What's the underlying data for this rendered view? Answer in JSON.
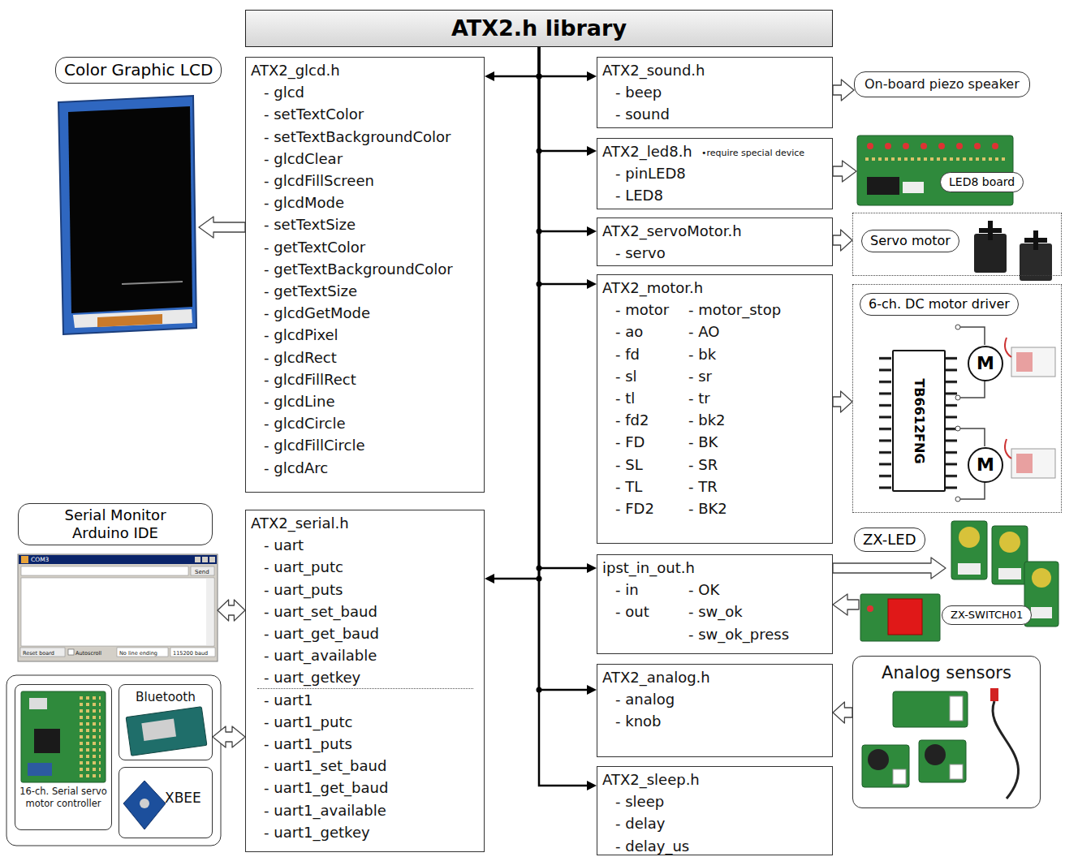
{
  "diagram": {
    "nodes": [
      {
        "text": [
          "ATX2.h library"
        ]
      },
      {
        "text": [
          "ATX2_glcd.h",
          "- glcd",
          "- setTextColor",
          "- setTextBackgroundColor",
          "- glcdClear",
          "- glcdFillScreen",
          "- glcdMode",
          "- setTextSize",
          "- getTextColor",
          "- getTextBackgroundColor",
          "- getTextSize",
          "- glcdGetMode",
          "- glcdPixel",
          "- glcdRect",
          "- glcdFillRect",
          "- glcdLine",
          "- glcdCircle",
          "- glcdFillCircle",
          "- glcdArc"
        ]
      },
      {
        "text": [
          "ATX2_sound.h",
          "- beep",
          "- sound"
        ]
      },
      {
        "text": [
          "ATX2_led8.h",
          "•require special device",
          "- pinLED8",
          "- LED8"
        ]
      },
      {
        "text": [
          "ATX2_servoMotor.h",
          "- servo"
        ]
      },
      {
        "text": [
          "ATX2_motor.h",
          "- motor",
          "- motor_stop",
          "- ao",
          "- AO",
          "- fd",
          "- bk",
          "- sl",
          "- sr",
          "- tl",
          "- tr",
          "- fd2",
          "- bk2",
          "- FD",
          "- BK",
          "- SL",
          "- SR",
          "- TL",
          "- TR",
          "- FD2",
          "- BK2"
        ]
      },
      {
        "text": [
          "ipst_in_out.h",
          "- in",
          "- OK",
          "- out",
          "- sw_ok",
          "- sw_ok_press"
        ]
      },
      {
        "text": [
          "ATX2_serial.h",
          "- uart",
          "- uart_putc",
          "- uart_puts",
          "- uart_set_baud",
          "- uart_get_baud",
          "- uart_available",
          "- uart_getkey",
          "- uart1",
          "- uart1_putc",
          "- uart1_puts",
          "- uart1_set_baud",
          "- uart1_get_baud",
          "- uart1_available",
          "- uart1_getkey"
        ]
      },
      {
        "text": [
          "ATX2_analog.h",
          "- analog",
          "- knob"
        ]
      },
      {
        "text": [
          "ATX2_sleep.h",
          "- sleep",
          "- delay",
          "- delay_us"
        ]
      },
      {
        "text": [
          "Color Graphic LCD"
        ]
      },
      {
        "text": [
          "On-board piezo speaker"
        ]
      },
      {
        "text": [
          "LED8 board"
        ]
      },
      {
        "text": [
          "Servo motor"
        ]
      },
      {
        "text": [
          "6-ch. DC motor driver"
        ]
      },
      {
        "text": [
          "TB6612FNG"
        ],
        "in": 14
      },
      {
        "text": [
          "M"
        ],
        "in": 14
      },
      {
        "text": [
          "M"
        ],
        "in": 14
      },
      {
        "text": [
          "ZX-LED"
        ]
      },
      {
        "text": [
          "ZX-SWITCH01"
        ]
      },
      {
        "text": [
          "Analog sensors"
        ]
      },
      {
        "text": [
          "Serial Monitor Arduino IDE"
        ]
      },
      {
        "text": [
          "16-ch. Serial servo motor controller"
        ]
      },
      {
        "text": [
          "Bluetooth"
        ]
      },
      {
        "text": [
          "XBEE"
        ]
      }
    ],
    "edges": [
      {
        "from": 0,
        "to": 1,
        "arrow": "to"
      },
      {
        "from": 0,
        "to": 2,
        "arrow": "to"
      },
      {
        "from": 0,
        "to": 3,
        "arrow": "to"
      },
      {
        "from": 0,
        "to": 4,
        "arrow": "to"
      },
      {
        "from": 0,
        "to": 5,
        "arrow": "to"
      },
      {
        "from": 0,
        "to": 6,
        "arrow": "to"
      },
      {
        "from": 0,
        "to": 7,
        "arrow": "to"
      },
      {
        "from": 0,
        "to": 8,
        "arrow": "to"
      },
      {
        "from": 0,
        "to": 9,
        "arrow": "to"
      },
      {
        "from": 1,
        "to": 10,
        "arrow": "to"
      },
      {
        "from": 7,
        "to": 21,
        "arrow": "both"
      },
      {
        "from": 7,
        "to": 23,
        "arrow": "both"
      },
      {
        "from": 2,
        "to": 11,
        "arrow": "to"
      },
      {
        "from": 3,
        "to": 12,
        "arrow": "to"
      },
      {
        "from": 4,
        "to": 13,
        "arrow": "to"
      },
      {
        "from": 5,
        "to": 14,
        "arrow": "to"
      },
      {
        "from": 6,
        "to": 18,
        "arrow": "to"
      },
      {
        "from": 19,
        "to": 6,
        "arrow": "to"
      },
      {
        "from": 20,
        "to": 8,
        "arrow": "to"
      }
    ],
    "labels": [
      "COM3",
      "Send",
      "Reset board",
      "Autoscroll",
      "No line ending",
      "115200 baud"
    ]
  }
}
